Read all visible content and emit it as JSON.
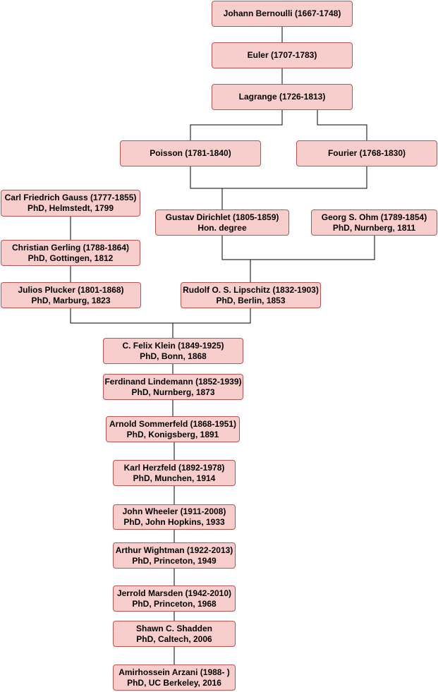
{
  "nodes": [
    {
      "id": "bernoulli",
      "lines": [
        "Johann Bernoulli (1667-1748)"
      ]
    },
    {
      "id": "euler",
      "lines": [
        "Euler (1707-1783)"
      ]
    },
    {
      "id": "lagrange",
      "lines": [
        "Lagrange (1726-1813)"
      ]
    },
    {
      "id": "poisson",
      "lines": [
        "Poisson (1781-1840)"
      ]
    },
    {
      "id": "fourier",
      "lines": [
        "Fourier (1768-1830)"
      ]
    },
    {
      "id": "gauss",
      "lines": [
        "Carl Friedrich Gauss (1777-1855)",
        "PhD, Helmstedt, 1799"
      ]
    },
    {
      "id": "dirichlet",
      "lines": [
        "Gustav Dirichlet (1805-1859)",
        "Hon. degree"
      ]
    },
    {
      "id": "ohm",
      "lines": [
        "Georg S. Ohm (1789-1854)",
        "PhD, Nurnberg, 1811"
      ]
    },
    {
      "id": "gerling",
      "lines": [
        "Christian Gerling (1788-1864)",
        "PhD, Gottingen, 1812"
      ]
    },
    {
      "id": "plucker",
      "lines": [
        "Julios Plucker (1801-1868)",
        "PhD, Marburg, 1823"
      ]
    },
    {
      "id": "lipschitz",
      "lines": [
        "Rudolf O. S. Lipschitz (1832-1903)",
        "PhD, Berlin, 1853"
      ]
    },
    {
      "id": "klein",
      "lines": [
        "C. Felix Klein (1849-1925)",
        "PhD, Bonn, 1868"
      ]
    },
    {
      "id": "lindemann",
      "lines": [
        "Ferdinand Lindemann (1852-1939)",
        "PhD, Nurnberg, 1873"
      ]
    },
    {
      "id": "sommerfeld",
      "lines": [
        "Arnold Sommerfeld (1868-1951)",
        "PhD, Konigsberg, 1891"
      ]
    },
    {
      "id": "herzfeld",
      "lines": [
        "Karl Herzfeld (1892-1978)",
        "PhD, Munchen, 1914"
      ]
    },
    {
      "id": "wheeler",
      "lines": [
        "John Wheeler (1911-2008)",
        "PhD, John Hopkins, 1933"
      ]
    },
    {
      "id": "wightman",
      "lines": [
        "Arthur Wightman (1922-2013)",
        "PhD, Princeton, 1949"
      ]
    },
    {
      "id": "marsden",
      "lines": [
        "Jerrold Marsden (1942-2010)",
        "PhD, Princeton, 1968"
      ]
    },
    {
      "id": "shadden",
      "lines": [
        "Shawn C. Shadden",
        "PhD, Caltech, 2006"
      ]
    },
    {
      "id": "arzani",
      "lines": [
        "Amirhossein Arzani (1988- )",
        "PhD, UC Berkeley, 2016"
      ]
    }
  ],
  "edges": [
    {
      "from": "euler",
      "to": "bernoulli"
    },
    {
      "from": "lagrange",
      "to": "euler"
    },
    {
      "from": "poisson",
      "to": "lagrange"
    },
    {
      "from": "fourier",
      "to": "lagrange"
    },
    {
      "from": "dirichlet",
      "to": "poisson"
    },
    {
      "from": "dirichlet",
      "to": "fourier"
    },
    {
      "from": "gerling",
      "to": "gauss"
    },
    {
      "from": "plucker",
      "to": "gerling"
    },
    {
      "from": "lipschitz",
      "to": "dirichlet"
    },
    {
      "from": "lipschitz",
      "to": "ohm"
    },
    {
      "from": "klein",
      "to": "plucker"
    },
    {
      "from": "klein",
      "to": "lipschitz"
    },
    {
      "from": "lindemann",
      "to": "klein"
    },
    {
      "from": "sommerfeld",
      "to": "lindemann"
    },
    {
      "from": "herzfeld",
      "to": "sommerfeld"
    },
    {
      "from": "wheeler",
      "to": "herzfeld"
    },
    {
      "from": "wightman",
      "to": "wheeler"
    },
    {
      "from": "marsden",
      "to": "wightman"
    },
    {
      "from": "shadden",
      "to": "marsden"
    },
    {
      "from": "arzani",
      "to": "shadden"
    }
  ],
  "colors": {
    "node_fill": "#f8cecc",
    "node_stroke": "#b85450",
    "edge": "#000000"
  }
}
